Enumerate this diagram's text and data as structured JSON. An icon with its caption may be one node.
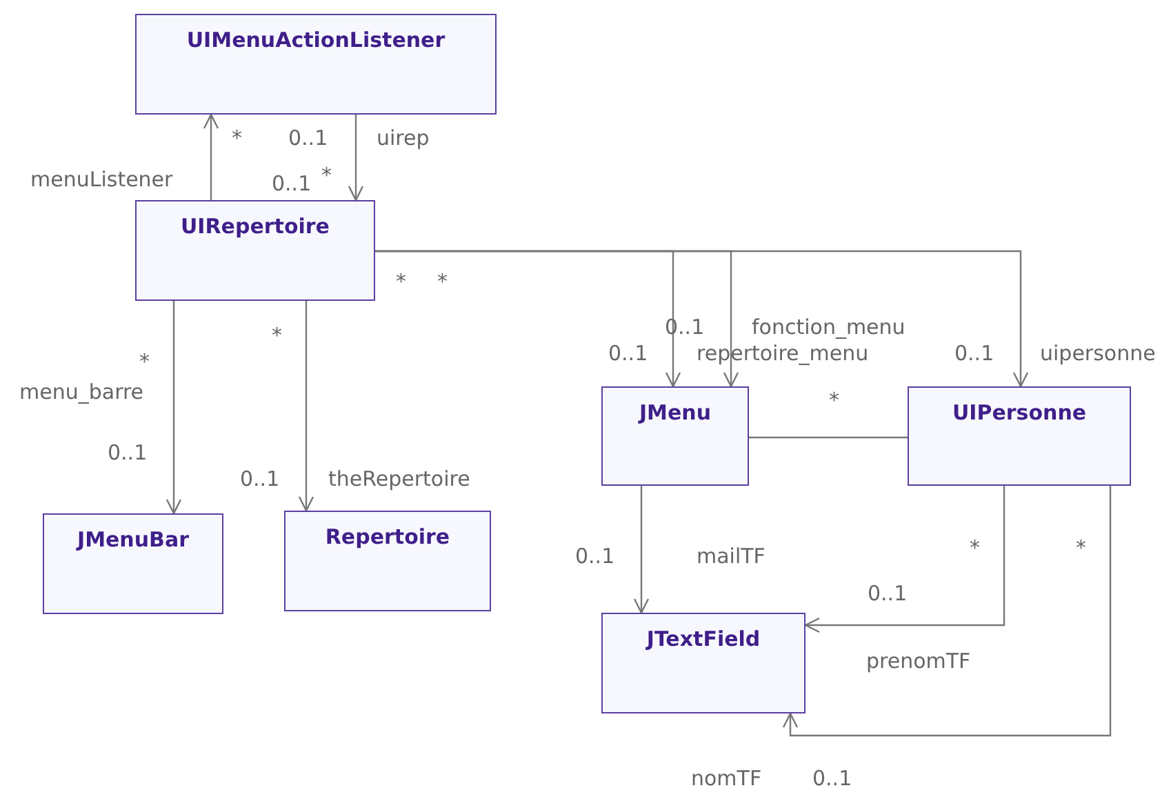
{
  "diagram": {
    "nodes": [
      {
        "text": [
          "UIMenuActionListener"
        ]
      },
      {
        "text": [
          "UIRepertoire"
        ]
      },
      {
        "text": [
          "JMenuBar"
        ]
      },
      {
        "text": [
          "Repertoire"
        ]
      },
      {
        "text": [
          "JMenu"
        ]
      },
      {
        "text": [
          "UIPersonne"
        ]
      },
      {
        "text": [
          "JTextField"
        ]
      }
    ],
    "edges": [
      {
        "from": 1,
        "to": 0,
        "arrow": "to",
        "label": "menuListener"
      },
      {
        "from": 0,
        "to": 1,
        "arrow": "to",
        "label": "uirep"
      },
      {
        "from": 1,
        "to": 2,
        "arrow": "to",
        "label": "menu_barre"
      },
      {
        "from": 1,
        "to": 3,
        "arrow": "to",
        "label": "theRepertoire"
      },
      {
        "from": 1,
        "to": 4,
        "arrow": "to",
        "label": "repertoire_menu"
      },
      {
        "from": 1,
        "to": 4,
        "arrow": "to",
        "label": "fonction_menu"
      },
      {
        "from": 1,
        "to": 5,
        "arrow": "to",
        "label": "uipersonne"
      },
      {
        "from": 4,
        "to": 5,
        "arrow": "none"
      },
      {
        "from": 4,
        "to": 6,
        "arrow": "to",
        "label": "mailTF"
      },
      {
        "from": 5,
        "to": 6,
        "arrow": "to",
        "label": "prenomTF"
      },
      {
        "from": 5,
        "to": 6,
        "arrow": "to",
        "label": "nomTF"
      }
    ],
    "labels": [
      "*",
      "0..1",
      "0..1",
      "*",
      "*",
      "*",
      "*",
      "0..1",
      "*",
      "0..1",
      "0..1",
      "0..1",
      "0..1",
      "*",
      "0..1",
      "*",
      "0..1",
      "*",
      "0..1"
    ]
  }
}
